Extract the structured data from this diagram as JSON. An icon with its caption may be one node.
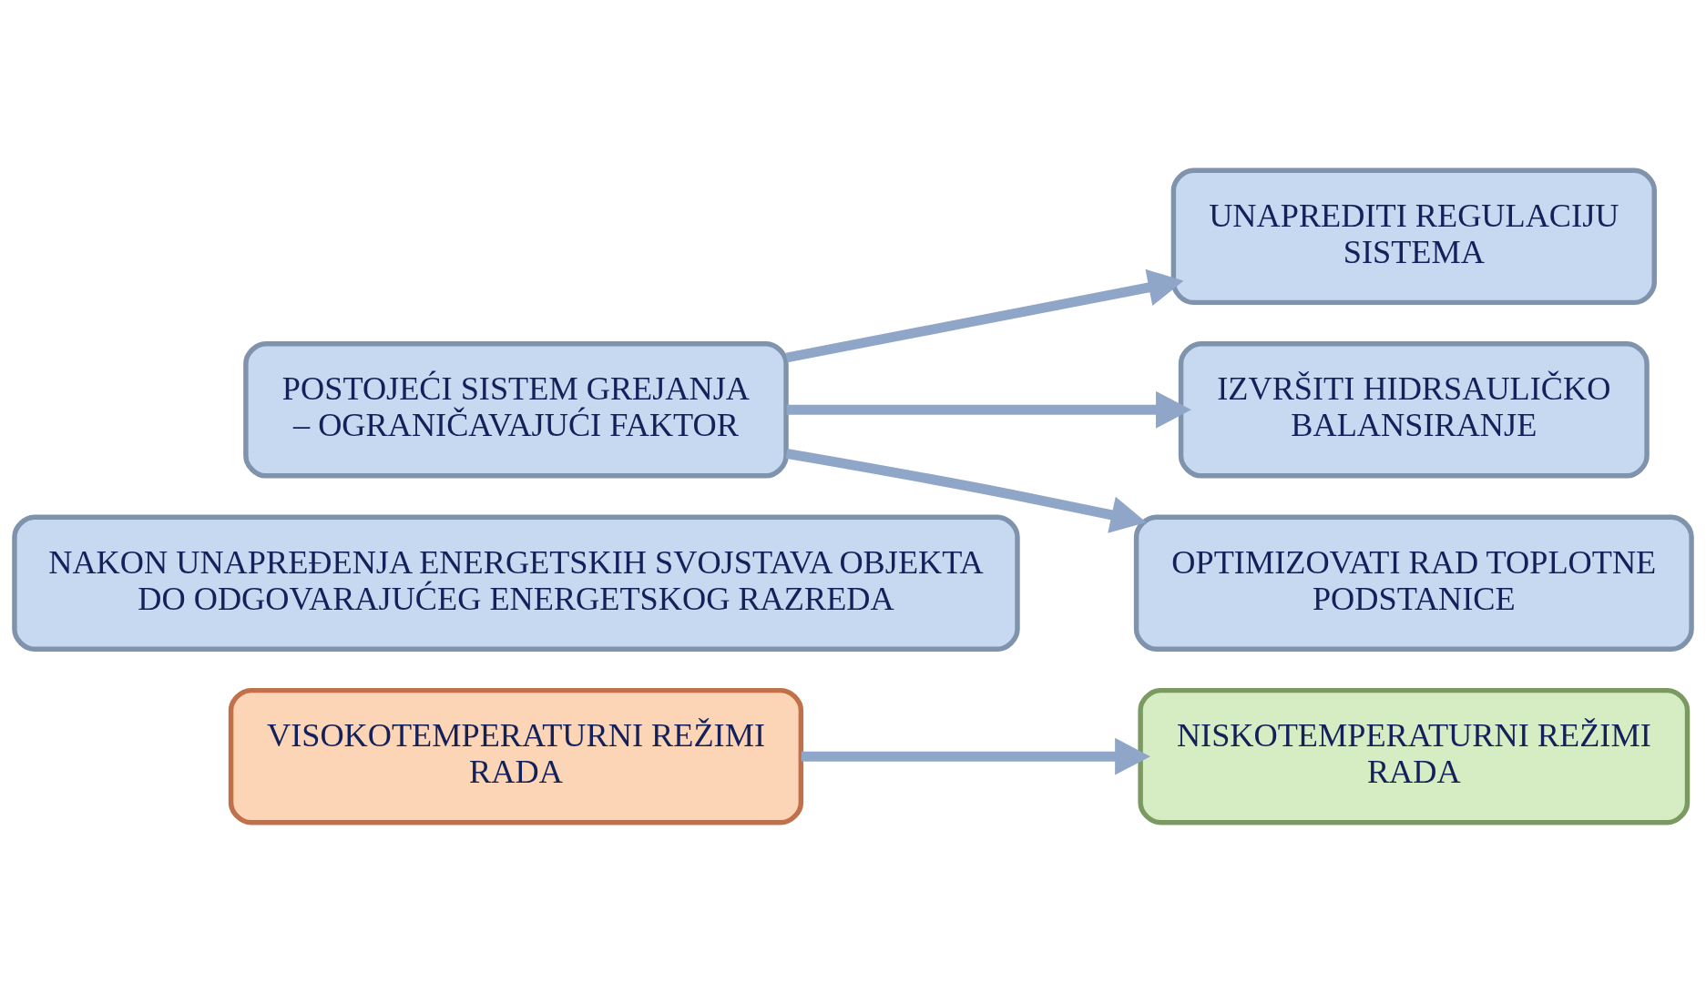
{
  "diagram": {
    "nodes": [
      {
        "text": [
          "VISOKOTEMPERATURNI REŽIMI RADA"
        ]
      },
      {
        "text": [
          "NISKOTEMPERATURNI REŽIMI RADA"
        ]
      },
      {
        "text": [
          "NAKON UNAPREĐENJA ENERGETSKIH SVOJSTAVA OBJEKTA DO ODGOVARAJUĆEG ENERGETSKOG RAZREDA"
        ]
      },
      {
        "text": [
          "POSTOJEĆI SISTEM GREJANJA – OGRANIČAVAJUĆI FAKTOR"
        ]
      },
      {
        "text": [
          "UNAPREDITI REGULACIJU SISTEMA"
        ]
      },
      {
        "text": [
          "IZVRŠITI HIDRSAULIČKO BALANSIRANJE"
        ]
      },
      {
        "text": [
          "OPTIMIZOVATI RAD TOPLOTNE PODSTANICE"
        ]
      }
    ],
    "edges": [
      {
        "from": 0,
        "to": 1,
        "arrow": "to"
      },
      {
        "from": 3,
        "to": 4,
        "arrow": "to"
      },
      {
        "from": 3,
        "to": 5,
        "arrow": "to"
      },
      {
        "from": 3,
        "to": 6,
        "arrow": "to"
      }
    ]
  }
}
